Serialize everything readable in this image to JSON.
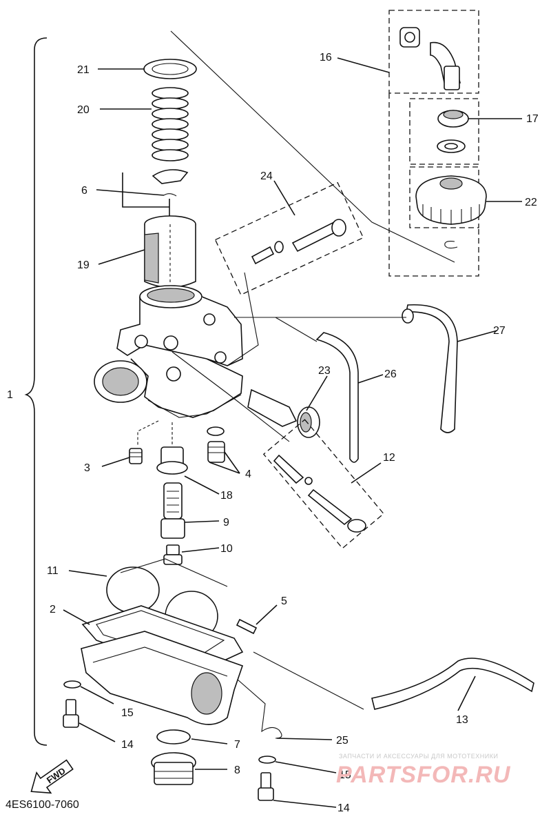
{
  "diagram_code": "4ES6100-7060",
  "fwd_label": "FWD",
  "watermark": {
    "tagline": "ЗАПЧАСТИ И АКСЕССУАРЫ ДЛЯ МОТОТЕХНИКИ",
    "brand": "PARTSFOR.RU"
  },
  "callouts": {
    "c1": "1",
    "c2": "2",
    "c3": "3",
    "c4": "4",
    "c5": "5",
    "c6": "6",
    "c7": "7",
    "c8": "8",
    "c9": "9",
    "c10": "10",
    "c11": "11",
    "c12": "12",
    "c13": "13",
    "c14a": "14",
    "c14b": "14",
    "c15a": "15",
    "c15b": "15",
    "c16": "16",
    "c17": "17",
    "c18": "18",
    "c19": "19",
    "c20": "20",
    "c21": "21",
    "c22": "22",
    "c23": "23",
    "c24": "24",
    "c25": "25",
    "c26": "26",
    "c27": "27"
  }
}
